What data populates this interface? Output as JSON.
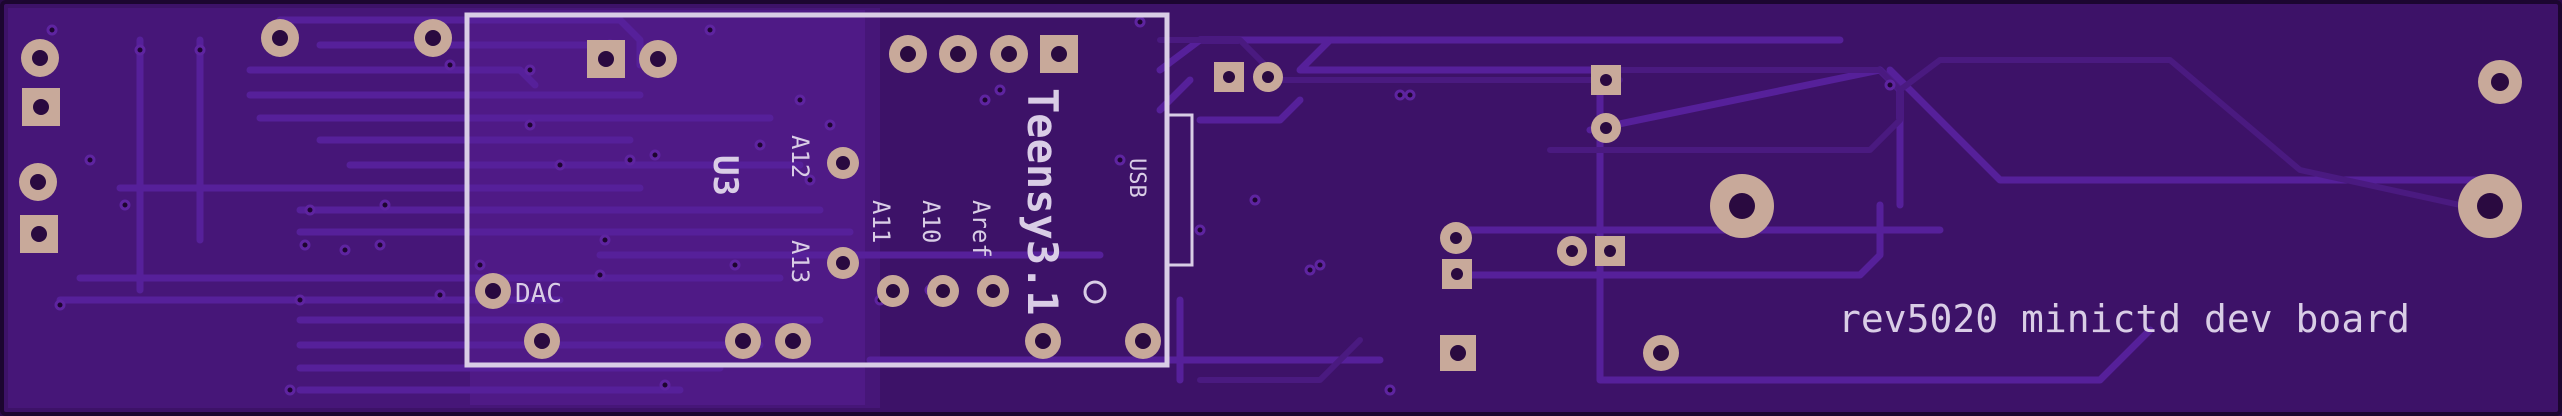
{
  "board": {
    "title": "rev5020 minictd dev board",
    "colors": {
      "substrate": "#3d1268",
      "copper_fill": "#5a1f96",
      "trace": "#4a1880",
      "pad": "#c8a99a",
      "pad_hole": "#2a0a40",
      "silkscreen": "#d9cde6"
    }
  },
  "module": {
    "ref": "U3",
    "name": "Teensy3.1",
    "usb_label": "USB",
    "pin_labels": {
      "a12": "A12",
      "a13": "A13",
      "a11": "A11",
      "a10": "A10",
      "aref": "Aref",
      "dac": "DAC"
    }
  }
}
